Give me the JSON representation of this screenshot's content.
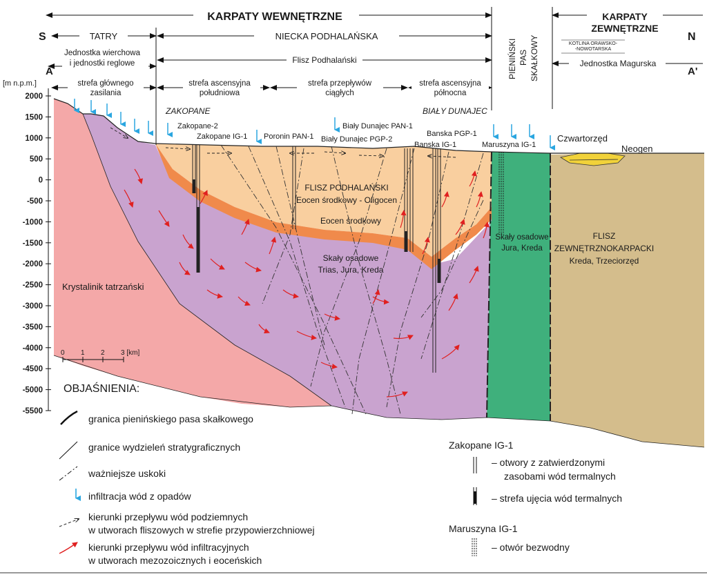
{
  "header": {
    "karpaty_wewnetrzne": "KARPATY WEWNĘTRZNE",
    "karpaty_zewnetrzne_1": "KARPATY",
    "karpaty_zewnetrzne_2": "ZEWNĘTRZNE",
    "dir_s": "S",
    "dir_n": "N",
    "tatry": "TATRY",
    "niecka": "NIECKA PODHALAŃSKA",
    "pieninski_1": "PIENIŃSKI",
    "pieninski_2": "PAS",
    "pieninski_3": "SKAŁKOWY",
    "kotlina_1": "KOTLINA ORAWSKO-",
    "kotlina_2": "-NOWOTARSKA",
    "point_a": "A",
    "point_a_prime": "A'",
    "jednostka_wierchowa_1": "Jednostka wierchowa",
    "jednostka_wierchowa_2": "i jednostki reglowe",
    "flisz_podhalanski": "Flisz  Podhalański",
    "jednostka_magurska": "Jednostka Magurska",
    "strefa_glownego_1": "strefa głównego",
    "strefa_glownego_2": "zasilania",
    "strefa_asc_pd_1": "strefa ascensyjna",
    "strefa_asc_pd_2": "południowa",
    "strefa_przeplywow_1": "strefa przepływów",
    "strefa_przeplywow_2": "ciągłych",
    "strefa_asc_pn_1": "strefa ascensyjna",
    "strefa_asc_pn_2": "północna"
  },
  "axis": {
    "unit_label": "[m n.p.m.]",
    "ticks": [
      "2000",
      "1500",
      "1000",
      "500",
      "0",
      "-500",
      "-1000",
      "-1500",
      "-2000",
      "-2500",
      "-3000",
      "-3500",
      "-4000",
      "-4500",
      "-5000",
      "-5500"
    ]
  },
  "places": {
    "zakopane": "ZAKOPANE",
    "bialy_dunajec": "BIAŁY DUNAJEC"
  },
  "wells": {
    "zakopane2": "Zakopane-2",
    "zakopane_ig1": "Zakopane IG-1",
    "poronin": "Poronin PAN-1",
    "bd_pan1": "Biały Dunajec PAN-1",
    "bd_pgp2": "Biały Dunajec PGP-2",
    "banska_pgp1": "Banska PGP-1",
    "banska_ig1": "Banska IG-1",
    "maruszyna": "Maruszyna IG-1"
  },
  "units": {
    "czwartorzed": "Czwartorzęd",
    "neogen": "Neogen",
    "flisz_pod_1": "FLISZ PODHALAŃSKI",
    "flisz_pod_2": "Eocen środkowy - Oligocen",
    "eocen": "Eocen środkowy",
    "skaly_1": "Skały osadowe",
    "skaly_2": "Trias, Jura, Kreda",
    "skaly_pps_1": "Skały osadowe",
    "skaly_pps_2": "Jura, Kreda",
    "flisz_zew_1": "FLISZ",
    "flisz_zew_2": "ZEWNĘTRZNOKARPACKI",
    "flisz_zew_3": "Kreda, Trzeciorzęd",
    "krystalinik": "Krystalinik tatrzański"
  },
  "scale": {
    "t0": "0",
    "t1": "1",
    "t2": "2",
    "t3": "3 [km]"
  },
  "legend": {
    "title": "OBJAŚNIENIA:",
    "pps_boundary": "granica pienińskiego pasa skałkowego",
    "strat_boundaries": "granice wydzieleń stratygraficznych",
    "faults": "ważniejsze uskoki",
    "infiltration": "infiltracja wód  z opadów",
    "flow_flysch_1": "kierunki przepływu wód podziemnych",
    "flow_flysch_2": "w utworach fliszowych w strefie przypowierzchniowej",
    "flow_meso_1": "kierunki przepływu wód infiltracyjnych",
    "flow_meso_2": "w utworach mezozoicznych i eoceńskich",
    "example_well": "Zakopane IG-1",
    "wells_approved_1": "– otwory z zatwierdzonymi",
    "wells_approved_2": "zasobami wód termalnych",
    "intake_zone": "– strefa ujęcia wód termalnych",
    "example_dry": "Maruszyna IG-1",
    "dry_well": "– otwór bezwodny"
  },
  "colors": {
    "crystalline": "#f4a8a8",
    "mesozoic": "#c9a3cf",
    "flysch_podhale": "#f9cf9f",
    "eocene": "#f08a4b",
    "pieniny": "#3fb07c",
    "outer_flysch": "#d4bd8c",
    "neogene": "#f1d23a",
    "infiltration_arrow": "#2aa6e0",
    "flow_arrow": "#e02020"
  }
}
